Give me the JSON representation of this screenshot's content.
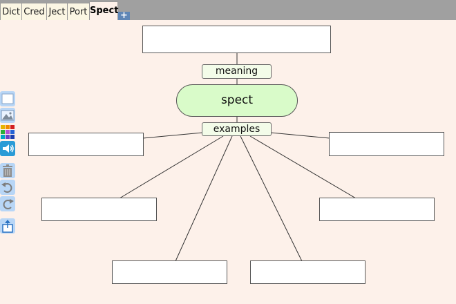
{
  "tabs": [
    {
      "label": "Dict"
    },
    {
      "label": "Cred"
    },
    {
      "label": "Ject"
    },
    {
      "label": "Port"
    },
    {
      "label": "Spect"
    }
  ],
  "add_tab_label": "+",
  "map": {
    "center": "spect",
    "meaning_label": "meaning",
    "examples_label": "examples",
    "meaning_value": "",
    "examples": [
      "",
      "",
      "",
      "",
      "",
      ""
    ]
  },
  "toolbar": {
    "tools": [
      "blank-card-icon",
      "image-icon",
      "color-palette-icon",
      "speaker-icon",
      "trash-icon",
      "undo-icon",
      "redo-icon",
      "share-icon"
    ]
  },
  "colors": {
    "background": "#fdf1ea",
    "center_fill": "#d9fbc9",
    "label_fill": "#f3fce9",
    "tool_fill": "#b8d6f6"
  }
}
